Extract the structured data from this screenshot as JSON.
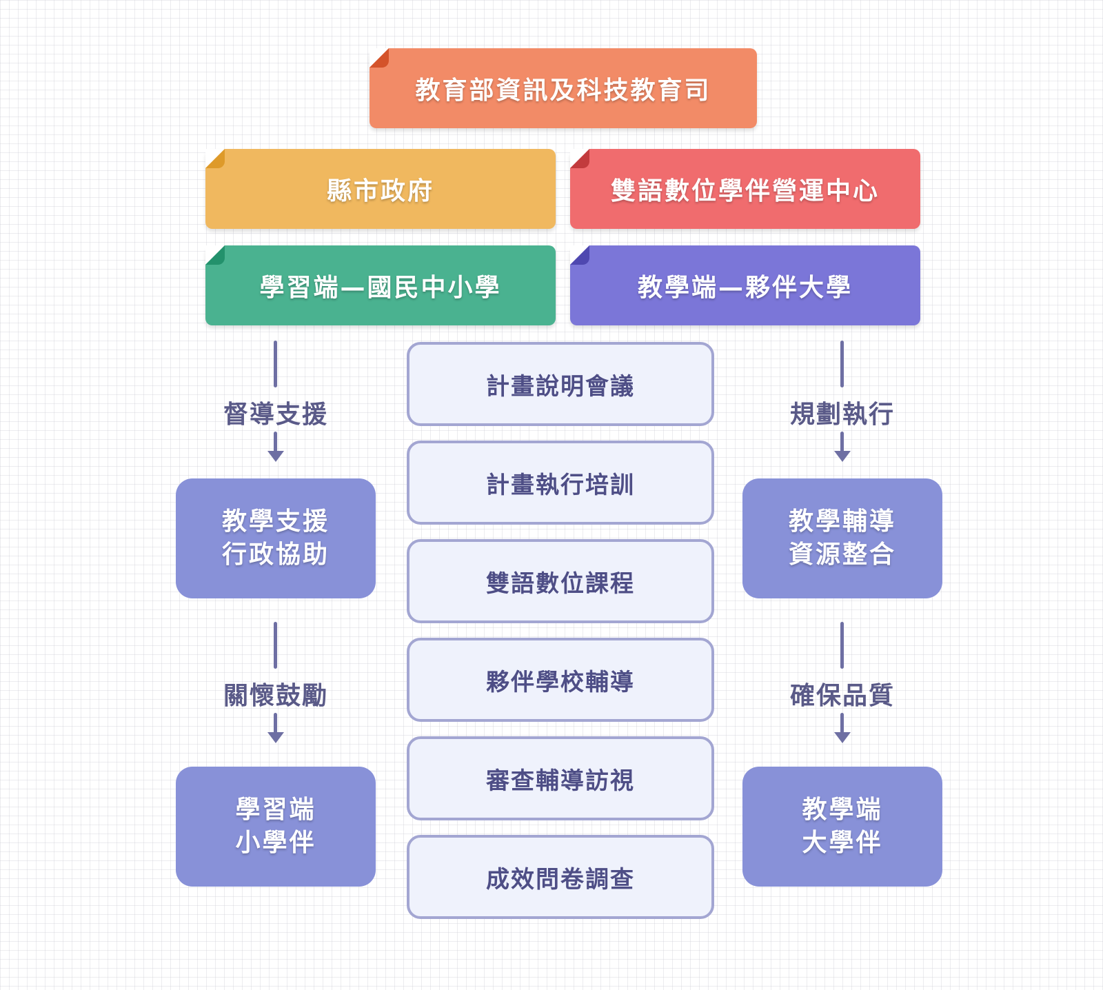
{
  "colors": {
    "ministry": "#f28b67",
    "ministry_fold": "#d4532a",
    "county": "#f0b85f",
    "county_fold": "#de9a2a",
    "center": "#f06c6e",
    "center_fold": "#c23b3d",
    "learning": "#4ab290",
    "learning_fold": "#23916c",
    "teaching": "#7b76d8",
    "teaching_fold": "#4f48b0"
  },
  "banners": {
    "ministry": "教育部資訊及科技教育司",
    "county": "縣市政府",
    "center": "雙語數位學伴營運中心",
    "learning": "學習端—國民中小學",
    "teaching": "教學端—夥伴大學"
  },
  "left_flow": {
    "label_1": "督導支援",
    "box_1": [
      "教學支援",
      "行政協助"
    ],
    "label_2": "關懷鼓勵",
    "box_2": [
      "學習端",
      "小學伴"
    ]
  },
  "right_flow": {
    "label_1": "規劃執行",
    "box_1": [
      "教學輔導",
      "資源整合"
    ],
    "label_2": "確保品質",
    "box_2": [
      "教學端",
      "大學伴"
    ]
  },
  "center_steps": [
    "計畫說明會議",
    "計畫執行培訓",
    "雙語數位課程",
    "夥伴學校輔導",
    "審查輔導訪視",
    "成效問卷調查"
  ]
}
